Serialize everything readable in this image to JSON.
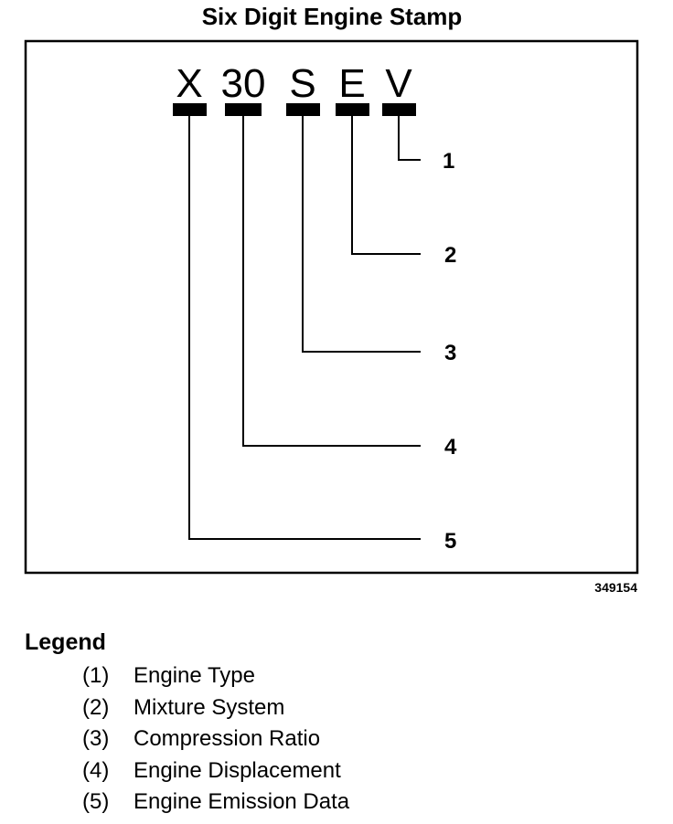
{
  "title": "Six Digit Engine Stamp",
  "stamp": {
    "segments": [
      {
        "text": "X",
        "callout": "5"
      },
      {
        "text": "30",
        "callout": "4"
      },
      {
        "text": "S",
        "callout": "3"
      },
      {
        "text": "E",
        "callout": "2"
      },
      {
        "text": "V",
        "callout": "1"
      }
    ]
  },
  "reference_code": "349154",
  "legend": {
    "title": "Legend",
    "items": [
      {
        "key": "(1)",
        "label": "Engine Type"
      },
      {
        "key": "(2)",
        "label": "Mixture System"
      },
      {
        "key": "(3)",
        "label": "Compression Ratio"
      },
      {
        "key": "(4)",
        "label": "Engine Displacement"
      },
      {
        "key": "(5)",
        "label": "Engine Emission Data"
      }
    ]
  }
}
